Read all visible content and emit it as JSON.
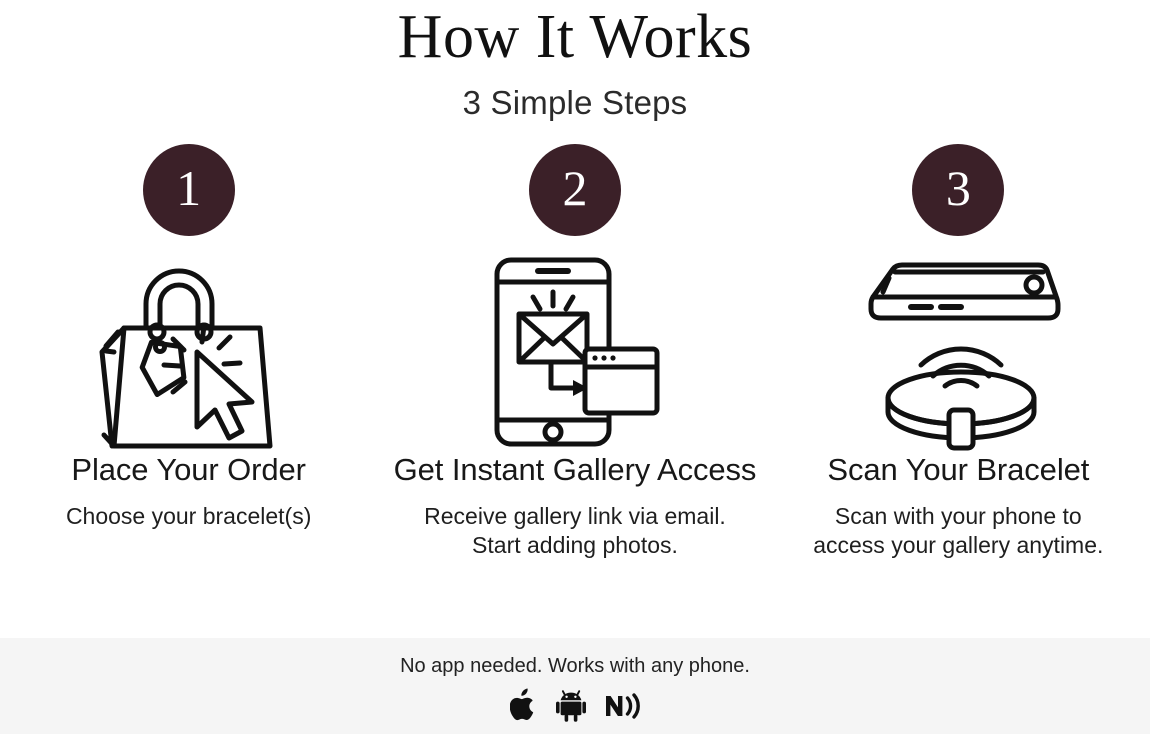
{
  "header": {
    "title": "How It Works",
    "subtitle": "3 Simple Steps"
  },
  "theme": {
    "badge_color": "#3B2028",
    "badge_text_color": "#FFFFFF",
    "page_background": "#FFFFFF",
    "footer_background": "#F5F5F5",
    "line_art_color": "#111111",
    "title_color": "#111111"
  },
  "steps": [
    {
      "number": "1",
      "title": "Place Your Order",
      "description": "Choose your bracelet(s)",
      "icon": "shopping-bag-cursor-icon"
    },
    {
      "number": "2",
      "title": "Get Instant Gallery Access",
      "description": "Receive gallery link via email.\nStart adding photos.",
      "icon": "phone-email-browser-icon"
    },
    {
      "number": "3",
      "title": "Scan Your Bracelet",
      "description": "Scan with your phone to\naccess your gallery anytime.",
      "icon": "phone-nfc-bracelet-icon"
    }
  ],
  "footer": {
    "text": "No app needed. Works with any phone.",
    "icons": [
      {
        "name": "apple-logo-icon",
        "label": "Apple"
      },
      {
        "name": "android-logo-icon",
        "label": "Android"
      },
      {
        "name": "nfc-icon",
        "label": "NFC"
      }
    ]
  }
}
